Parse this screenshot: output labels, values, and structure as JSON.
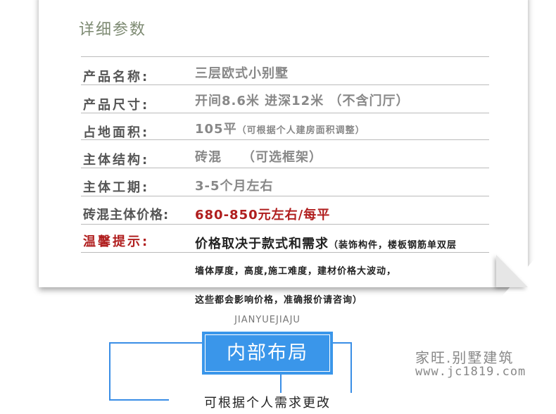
{
  "section_title": "详细参数",
  "rows": [
    {
      "label": "产品名称:",
      "value": "三层欧式小别墅"
    },
    {
      "label": "产品尺寸:",
      "value": "开间8.6米 进深12米 （不含门厅）"
    },
    {
      "label": "占地面积:",
      "value": "105平",
      "note": "（可根据个人建房面积调整）"
    },
    {
      "label": "主体结构:",
      "value": "砖混　　（可选框架）"
    },
    {
      "label": "主体工期:",
      "value": "3-5个月左右"
    },
    {
      "label": "砖混主体价格:",
      "value": "680-850元左右/每平"
    }
  ],
  "tip": {
    "label": "温馨提示:",
    "main": "价格取决于款式和需求",
    "line1": "（装饰构件，楼板钢筋单双层",
    "line2": "墙体厚度，高度,施工难度，建材价格大波动，",
    "line3": "这些都会影响价格，准确报价请咨询）"
  },
  "layout_section": {
    "english": "JIANYUEJIAJU",
    "title": "内部布局",
    "subtitle": "可根据个人需求更改"
  },
  "watermark": {
    "name": "家旺.别墅建筑",
    "url": "www.jc1819.com"
  }
}
